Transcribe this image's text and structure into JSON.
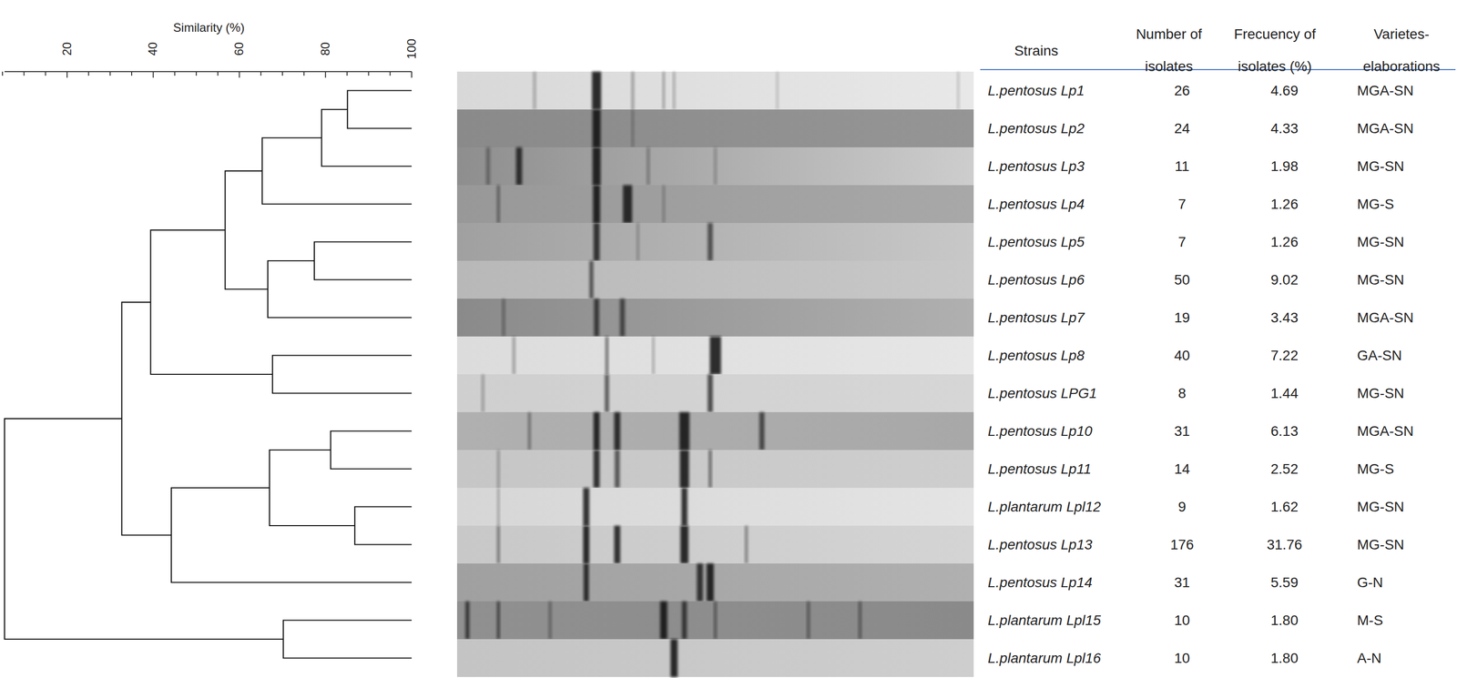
{
  "diagram": {
    "labels": [
      "Similarity (%)",
      "20",
      "40",
      "60",
      "80",
      "100",
      "Strains",
      "Number of isolates",
      "Frecuency of isolates (%)",
      "Varietes- elaborations",
      "L.pentosus Lp1",
      "26",
      "4.69",
      "MGA-SN",
      "L.pentosus Lp2",
      "24",
      "4.33",
      "MGA-SN",
      "L.pentosus Lp3",
      "11",
      "1.98",
      "MG-SN",
      "L.pentosus Lp4",
      "7",
      "1.26",
      "MG-S",
      "L.pentosus Lp5",
      "7",
      "1.26",
      "MG-SN",
      "L.pentosus Lp6",
      "50",
      "9.02",
      "MG-SN",
      "L.pentosus Lp7",
      "19",
      "3.43",
      "MGA-SN",
      "L.pentosus Lp8",
      "40",
      "7.22",
      "GA-SN",
      "L.pentosus LPG1",
      "8",
      "1.44",
      "MG-SN",
      "L.pentosus Lp10",
      "31",
      "6.13",
      "MGA-SN",
      "L.pentosus Lp11",
      "14",
      "2.52",
      "MG-S",
      "L.plantarum Lpl12",
      "9",
      "1.62",
      "MG-SN",
      "L.pentosus Lp13",
      "176",
      "31.76",
      "MG-SN",
      "L.pentosus Lp14",
      "31",
      "5.59",
      "G-N",
      "L.plantarum Lpl15",
      "10",
      "1.80",
      "M-S",
      "L.plantarum Lpl16",
      "10",
      "1.80",
      "A-N"
    ]
  }
}
